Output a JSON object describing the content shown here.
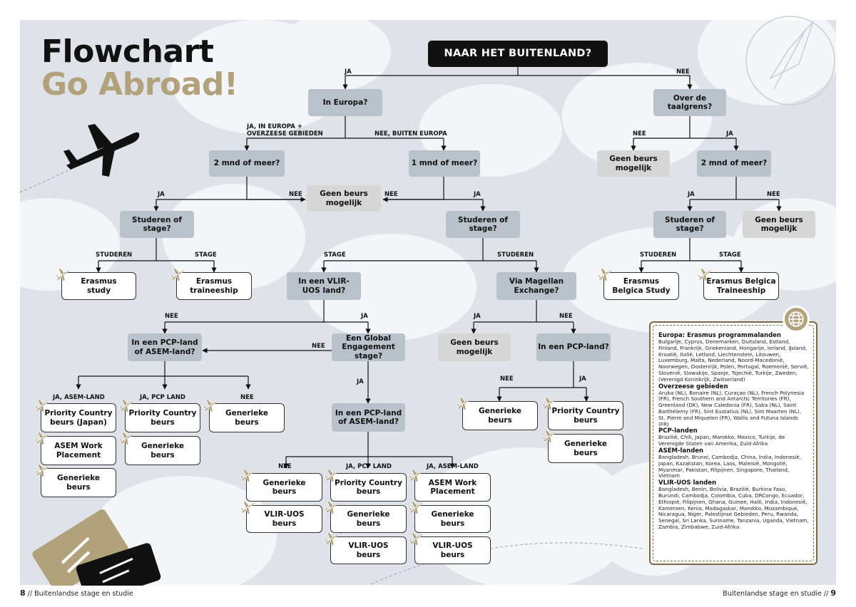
{
  "title": {
    "line1": "Flowchart",
    "line2": "Go Abroad!"
  },
  "nodes": {
    "root": "NAAR HET BUITENLAND?",
    "europa": "In Europa?",
    "taalgrens": "Over de taalgrens?",
    "twee_mnd_links": "2 mnd of meer?",
    "een_mnd": "1 mnd of meer?",
    "geen_beurs_midden": "Geen beurs mogelijk",
    "geen_beurs_rechts1": "Geen beurs mogelijk",
    "twee_mnd_rechts": "2 mnd of meer?",
    "studeren_stage_1": "Studeren of stage?",
    "studeren_stage_2": "Studeren of stage?",
    "studeren_stage_3": "Studeren of stage?",
    "geen_beurs_rechts2": "Geen beurs mogelijk",
    "erasmus_study": "Erasmus study",
    "erasmus_traineeship": "Erasmus traineeship",
    "vliruos_land": "In een VLIR-UOS land?",
    "magellan": "Via Magellan Exchange?",
    "belgica_study": "Erasmus Belgica Study",
    "belgica_traineeship": "Erasmus Belgica Traineeship",
    "pcp_asem_1": "In een PCP-land of ASEM-land?",
    "global_engagement": "Een Global Engagement stage?",
    "geen_beurs_magellan": "Geen beurs mogelijk",
    "pcp_land": "In een PCP-land?",
    "pcp_asem_2": "In een PCP-land of ASEM-land?",
    "priority_japan": "Priority Country beurs (Japan)",
    "asem_work_1": "ASEM Work Placement",
    "generieke_1": "Generieke beurs",
    "priority_pcp_1": "Priority Country beurs",
    "generieke_2": "Generieke beurs",
    "generieke_3": "Generieke beurs",
    "generieke_4": "Generieke beurs",
    "vliruos_beurs_1": "VLIR-UOS beurs",
    "priority_pcp_2": "Priority Country beurs",
    "generieke_5": "Generieke beurs",
    "vliruos_beurs_2": "VLIR-UOS beurs",
    "asem_work_2": "ASEM Work Placement",
    "generieke_6": "Generieke beurs",
    "vliruos_beurs_3": "VLIR-UOS beurs",
    "generieke_7": "Generieke beurs",
    "priority_magellan": "Priority Country beurs",
    "generieke_8": "Generieke beurs"
  },
  "labels": {
    "ja_root": "JA",
    "nee_root": "NEE",
    "ja_europa_1": "JA, IN EUROPA +",
    "ja_europa_2": "OVERZEESE GEBIEDEN",
    "nee_buiten": "NEE, BUITEN EUROPA",
    "nee_taal": "NEE",
    "ja_taal": "JA",
    "ja_2mnd_l": "JA",
    "nee_2mnd_l": "NEE",
    "nee_1mnd": "NEE",
    "ja_1mnd": "JA",
    "ja_2mnd_r": "JA",
    "nee_2mnd_r": "NEE",
    "studeren_1": "STUDEREN",
    "stage_1": "STAGE",
    "stage_2": "STAGE",
    "studeren_2": "STUDEREN",
    "studeren_3": "STUDEREN",
    "stage_3": "STAGE",
    "nee_vlir": "NEE",
    "ja_vlir": "JA",
    "ja_magellan": "JA",
    "nee_magellan": "NEE",
    "nee_global": "NEE",
    "ja_global": "JA",
    "ja_asem_1": "JA, ASEM-LAND",
    "ja_pcp_1": "JA, PCP LAND",
    "nee_pcp_1": "NEE",
    "nee_pcp_2": "NEE",
    "ja_pcp_2": "JA, PCP LAND",
    "ja_asem_2": "JA, ASEM-LAND",
    "nee_pcp_3": "NEE",
    "ja_pcp_3": "JA"
  },
  "legend": [
    {
      "heading": "Europa: Erasmus programmalanden",
      "text": "Bulgarije, Cyprus, Denemarken, Duitsland, Estland, Finland, Frankrijk, Griekenland, Hongarije, Ierland, IJsland, Kroatië, Italië, Letland, Liechtenstein, Litouwen, Luxemburg, Malta, Nederland, Noord-Macedonië, Noorwegen, Oostenrijk, Polen, Portugal, Roemenië, Servië, Slovenië, Slowakije, Spanje, Tsjechië, Turkije, Zweden, (Verenigd Koninkrijk, Zwitserland)"
    },
    {
      "heading": "Overzeese gebieden",
      "text": "Aruba (NL), Bonaire (NL), Curaçao (NL), French Polynesia (FR), French Southern and Antarctic Territories (FR), Greenland (DK), New Caledonia (FR), Saba (NL), Saint Barthélemy (FR), Sint Eustatius (NL), Sint Maarten (NL), St. Pierre and Miquelon (FR), Wallis and Futuna Islands (FR)"
    },
    {
      "heading": "PCP-landen",
      "text": "Brazilië, Chili, Japan, Marokko, Mexico, Turkije, de Verenigde Staten van Amerika, Zuid-Afrika"
    },
    {
      "heading": "ASEM-landen",
      "text": "Bangladesh, Brunei, Cambodja, China, India, Indonesië, Japan, Kazakstan, Korea, Laos, Maleisië, Mongolië, Myanmar, Pakistan, Filipijnen, Singapore, Thailand, Vietnam"
    },
    {
      "heading": "VLIR-UOS landen",
      "text": "Bangladesh, Benin, Bolivia, Brazilië, Burkina Faso, Burundi, Cambodja, Colombia, Cuba, DRCongo, Ecuador, Ethiopië, Filipijnen, Ghana, Guinee, Haïti, India, Indonesië, Kameroen, Kenia, Madagaskar, Marokko, Mozambique, Nicaragua, Niger, Palestijnse Gebieden, Peru, Rwanda, Senegal, Sri Lanka, Suriname, Tanzania, Uganda, Vietnam, Zambia, Zimbabwe, Zuid-Afrika"
    }
  ],
  "footer": {
    "left_page": "8",
    "left_text": "// Buitenlandse stage en studie",
    "right_text": "Buitenlandse stage en studie //",
    "right_page": "9"
  },
  "colors": {
    "accent": "#b2a27b",
    "question": "#b9c1cb",
    "no_grant": "#d6d6d6",
    "background": "#dfe3e9"
  },
  "icons": [
    "airplane-icon",
    "plane-stamp-icon",
    "globe-icon",
    "ticket-icon",
    "compass-icon"
  ]
}
